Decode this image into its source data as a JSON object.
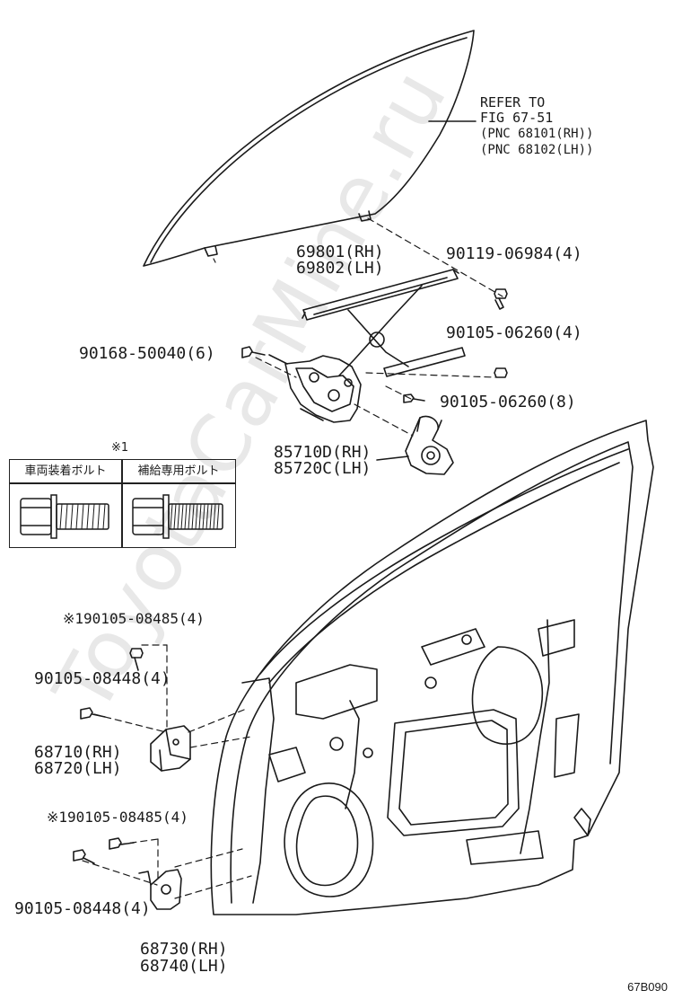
{
  "watermark": "ToyotaCarMine.ru",
  "refer": {
    "line1": "REFER TO",
    "line2": "FIG 67-51",
    "line3": "(PNC 68101(RH))",
    "line4": "(PNC 68102(LH))"
  },
  "parts": {
    "regulator_rh": "69801(RH)",
    "regulator_lh": "69802(LH)",
    "bolt_90119": "90119-06984(4)",
    "bolt_90105_06260_4": "90105-06260(4)",
    "bolt_90168": "90168-50040(6)",
    "bolt_90105_06260_8": "90105-06260(8)",
    "motor_rh": "85710D(RH)",
    "motor_lh": "85720C(LH)",
    "bolt_upper_x1": "※190105-08485(4)",
    "bolt_upper_08448": "90105-08448(4)",
    "hinge_upper_rh": "68710(RH)",
    "hinge_upper_lh": "68720(LH)",
    "bolt_lower_x1": "※190105-08485(4)",
    "bolt_lower_08448": "90105-08448(4)",
    "hinge_lower_rh": "68730(RH)",
    "hinge_lower_lh": "68740(LH)"
  },
  "bolt_table": {
    "note": "※1",
    "col1": "車両装着ボルト",
    "col2": "補給専用ボルト"
  },
  "figure_code": "67B090",
  "colors": {
    "line": "#1a1a1a",
    "watermark": "#e8e8e8"
  }
}
